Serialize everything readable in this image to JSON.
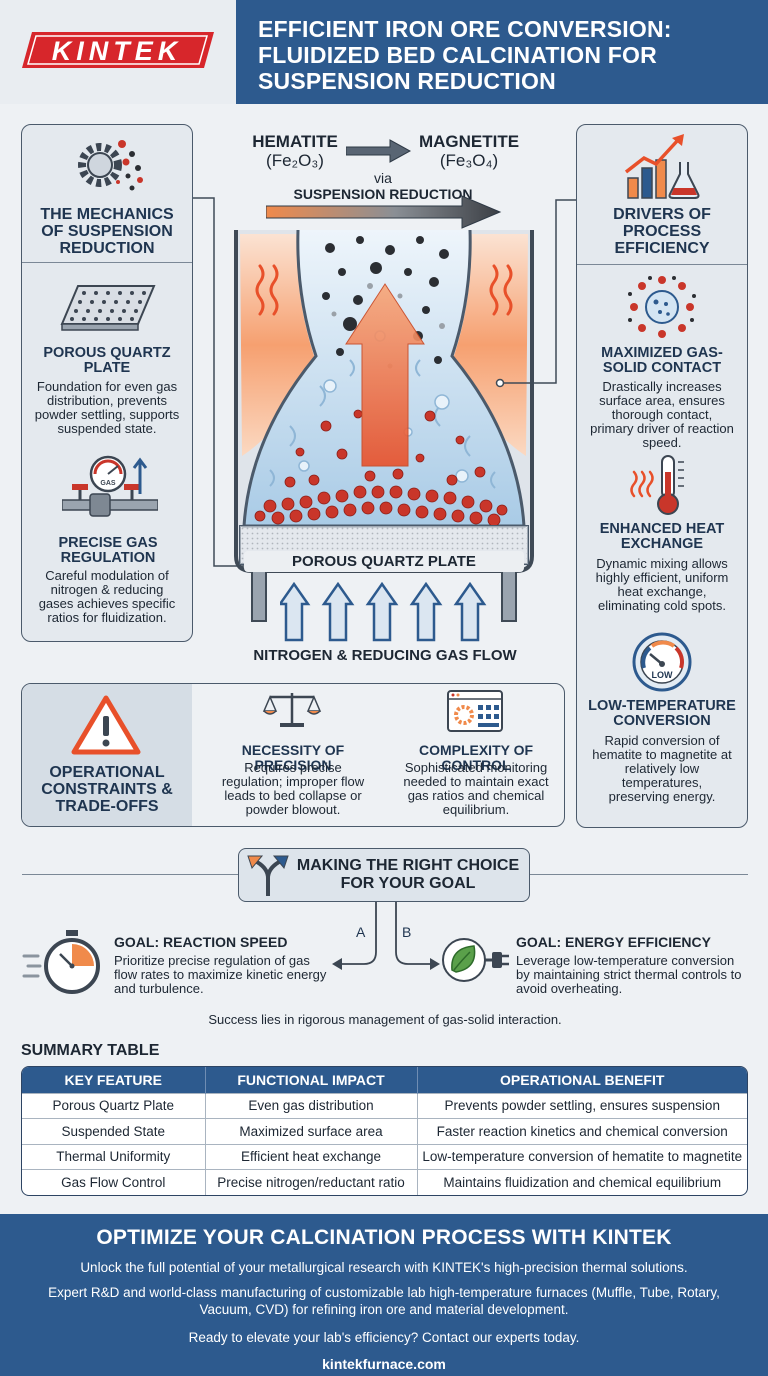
{
  "header": {
    "logo_text": "KINTEK",
    "title": "EFFICIENT IRON ORE CONVERSION: FLUIDIZED BED CALCINATION FOR SUSPENSION REDUCTION"
  },
  "left_panel": {
    "title": "THE MECHANICS OF SUSPENSION REDUCTION",
    "items": [
      {
        "title": "POROUS QUARTZ PLATE",
        "text": "Foundation for even gas distribution, prevents powder settling, supports suspended state."
      },
      {
        "title": "PRECISE GAS REGULATION",
        "text": "Careful modulation of nitrogen & reducing gases achieves specific ratios for fluidization.",
        "gauge_label": "GAS"
      }
    ]
  },
  "center": {
    "from_label": "HEMATITE",
    "from_formula": "(Fe₂O₃)",
    "to_label": "MAGNETITE",
    "to_formula": "(Fe₃O₄)",
    "via": "via",
    "process": "SUSPENSION REDUCTION",
    "plate_label": "POROUS QUARTZ PLATE",
    "flow_label": "NITROGEN & REDUCING GAS FLOW"
  },
  "right_panel": {
    "title": "DRIVERS OF PROCESS EFFICIENCY",
    "items": [
      {
        "title": "MAXIMIZED GAS-SOLID CONTACT",
        "text": "Drastically increases surface area, ensures thorough contact, primary driver of reaction speed."
      },
      {
        "title": "ENHANCED HEAT EXCHANGE",
        "text": "Dynamic mixing allows highly efficient, uniform heat exchange, eliminating cold spots."
      },
      {
        "title": "LOW-TEMPERATURE CONVERSION",
        "text": "Rapid conversion of hematite to magnetite at relatively low temperatures, preserving energy.",
        "gauge_label": "LOW"
      }
    ]
  },
  "constraints": {
    "title": "OPERATIONAL CONSTRAINTS & TRADE-OFFS",
    "items": [
      {
        "title": "NECESSITY OF PRECISION",
        "text": "Requires precise regulation; improper flow leads to bed collapse or powder blowout."
      },
      {
        "title": "COMPLEXITY OF CONTROL",
        "text": "Sophisticated monitoring needed to maintain exact gas ratios and chemical equilibrium."
      }
    ]
  },
  "choice": {
    "title": "MAKING THE RIGHT CHOICE FOR YOUR GOAL",
    "branch_a": "A",
    "branch_b": "B",
    "goal_a": {
      "title": "GOAL: REACTION SPEED",
      "text": "Prioritize precise regulation of gas flow rates to maximize kinetic energy and turbulence."
    },
    "goal_b": {
      "title": "GOAL: ENERGY EFFICIENCY",
      "text": "Leverage low-temperature conversion by maintaining strict thermal controls to avoid overheating."
    },
    "summary": "Success lies in rigorous management of gas-solid interaction."
  },
  "table": {
    "title": "SUMMARY TABLE",
    "headers": [
      "KEY FEATURE",
      "FUNCTIONAL IMPACT",
      "OPERATIONAL BENEFIT"
    ],
    "rows": [
      [
        "Porous Quartz Plate",
        "Even gas distribution",
        "Prevents powder settling, ensures suspension"
      ],
      [
        "Suspended State",
        "Maximized surface area",
        "Faster reaction kinetics and chemical conversion"
      ],
      [
        "Thermal Uniformity",
        "Efficient heat exchange",
        "Low-temperature conversion of hematite to magnetite"
      ],
      [
        "Gas Flow Control",
        "Precise nitrogen/reductant ratio",
        "Maintains fluidization and chemical equilibrium"
      ]
    ]
  },
  "footer": {
    "title": "OPTIMIZE YOUR CALCINATION PROCESS WITH KINTEK",
    "line1": "Unlock the full potential of your metallurgical research with KINTEK's high-precision thermal solutions.",
    "line2": "Expert R&D and world-class manufacturing of customizable lab high-temperature furnaces (Muffle, Tube, Rotary, Vacuum, CVD) for refining iron ore and material development.",
    "line3": "Ready to elevate your lab's efficiency? Contact our experts today.",
    "url": "kintekfurnace.com"
  },
  "colors": {
    "brand_red": "#d7262b",
    "brand_blue": "#2d5a8e",
    "hematite": "#c9362a",
    "magnetite": "#2b2e33",
    "heat": "#f08a4b"
  }
}
